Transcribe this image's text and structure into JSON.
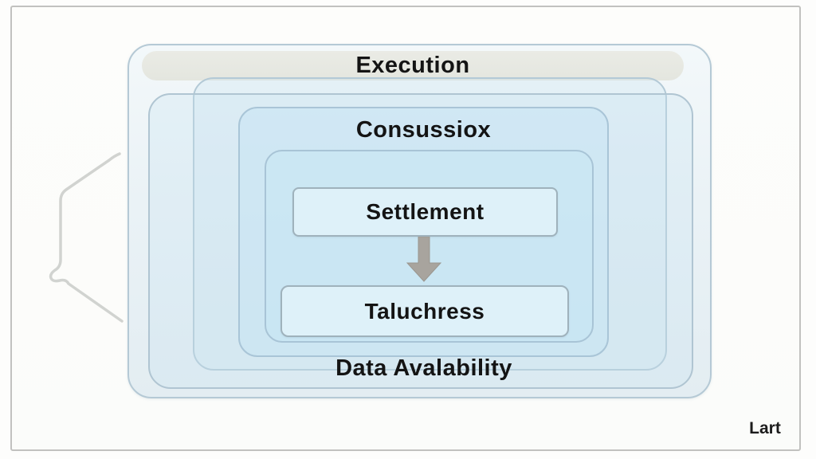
{
  "diagram": {
    "layers": {
      "execution_label": "Execution",
      "consensus_label": "Consussiox",
      "settlement_label": "Settlement",
      "bridges_label": "Taluchress",
      "data_availability_label": "Data Avalability"
    },
    "watermark_label": "Lart",
    "icons": {
      "down_arrow": "down-arrow-icon",
      "left_brace": "left-brace-icon"
    },
    "colors": {
      "layer_fill_light": "#eaf2f6",
      "layer_fill_blue": "#d9ecf7",
      "layer_border": "#aec8d7",
      "pill_fill": "#e6e8e1",
      "node_fill": "#def1f9",
      "node_border": "#9fb2bc",
      "arrow_gray": "#a8a49e",
      "text": "#141414",
      "frame_border": "#c1c1bf"
    }
  }
}
